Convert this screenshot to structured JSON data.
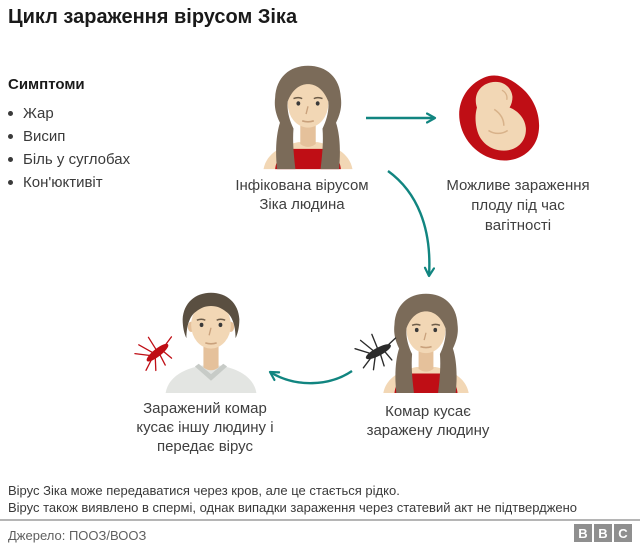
{
  "title": "Цикл зараження вірусом Зіка",
  "symptoms": {
    "heading": "Симптоми",
    "items": [
      "Жар",
      "Висип",
      "Біль у суглобах",
      "Кон'юктивіт"
    ]
  },
  "nodes": {
    "infected": {
      "lines": [
        "Інфікована вірусом",
        "Зіка людина"
      ]
    },
    "fetus": {
      "lines": [
        "Можливе зараження",
        "плоду під час",
        "вагітності"
      ]
    },
    "bite": {
      "lines": [
        "Комар кусає",
        "заражену людину"
      ]
    },
    "transmit": {
      "lines": [
        "Заражений комар",
        "кусає іншу людину і",
        "передає вірус"
      ]
    }
  },
  "footnotes": [
    "Вірус Зіка може передаватися через кров, але це стається рідко.",
    "Вірус також виявлено в спермі, однак випадки зараження через статевий акт не підтверджено"
  ],
  "source": "Джерело: ПООЗ/ВООЗ",
  "logo": {
    "letters": [
      "B",
      "B",
      "C"
    ]
  },
  "colors": {
    "teal": "#118580",
    "red": "#bf0e15",
    "skin": "#f2d7b5",
    "skin_shade": "#e5c19b",
    "hair_woman": "#7b6b59",
    "hair_man": "#5a4f41",
    "shirt": "#e3e5e2",
    "shirt_edge": "#c7cbc7",
    "eye": "#3a3a3a",
    "brow": "#6d5c48",
    "feature_line": "#c9a17c",
    "fetus_detail": "#d8b28a",
    "title_text": "#1a1a1a",
    "label_text": "#3f3f3f",
    "body_text": "#3a3a3a",
    "muted_text": "#5f5f5f",
    "divider": "#b5b5b5",
    "logo_gray": "#8f8f8f"
  }
}
